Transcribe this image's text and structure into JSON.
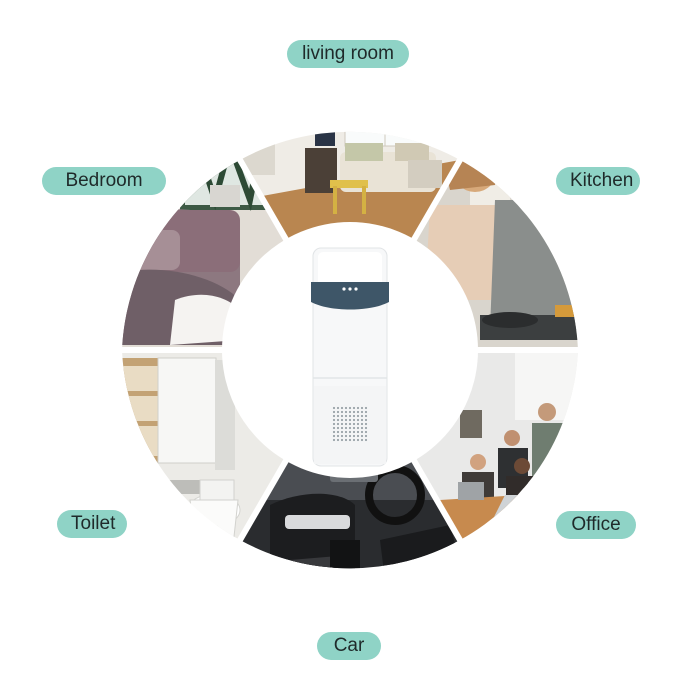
{
  "rooms": {
    "living_room": "living room",
    "bedroom": "Bedroom",
    "kitchen": "Kitchen",
    "toilet": "Toilet",
    "office": "Office",
    "car": "Car"
  },
  "colors": {
    "label_bg": "#8fd3c6",
    "label_text": "#1f2a2a",
    "device_body": "#f7f8f9",
    "device_strap": "#3e5668"
  }
}
